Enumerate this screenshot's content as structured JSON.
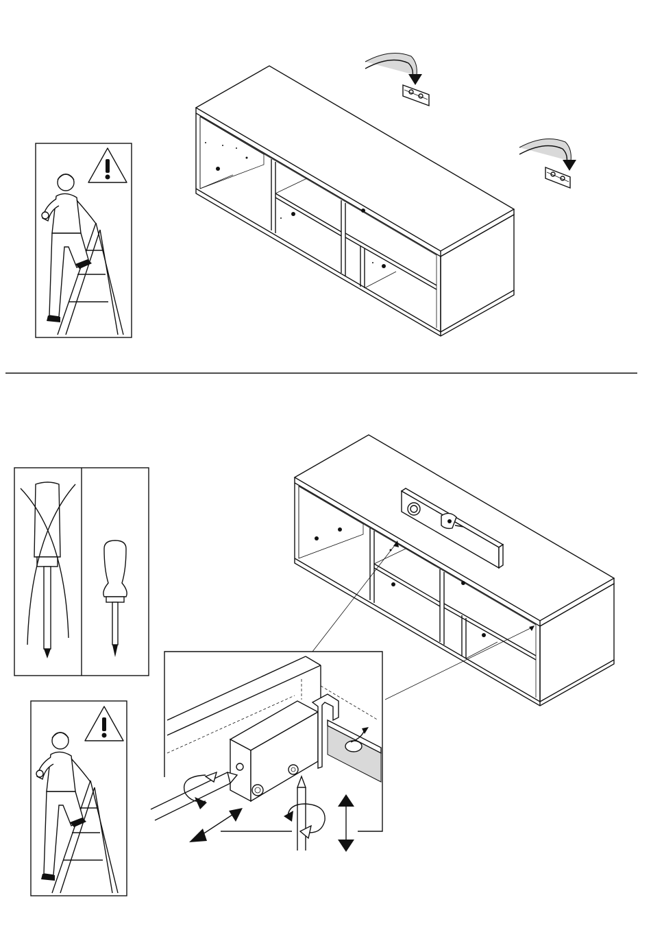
{
  "page": {
    "background": "#ffffff",
    "line_color": "#111111"
  },
  "step_top": {
    "illustration": "wall-mounted-tv-cabinet",
    "bracket_count": 2
  },
  "step_bottom": {
    "illustration": "leveling-and-adjusting-hanger",
    "tool_not_allowed": "power-screwdriver",
    "tool_allowed": "phillips-screwdriver"
  },
  "icons": [
    "warning-icon",
    "person-on-ladder-icon",
    "spirit-level-icon",
    "rotate-arrow-icon",
    "double-arrow-icon"
  ]
}
